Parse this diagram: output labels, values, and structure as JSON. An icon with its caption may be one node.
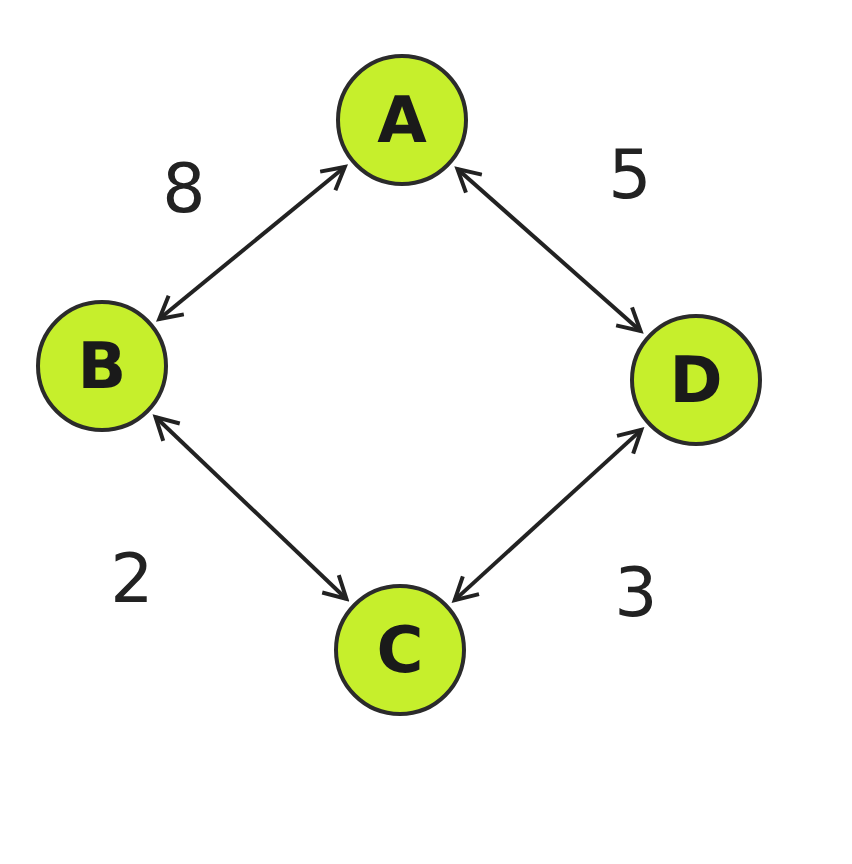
{
  "diagram": {
    "nodes": [
      {
        "text": [
          "A"
        ]
      },
      {
        "text": [
          "B"
        ]
      },
      {
        "text": [
          "D"
        ]
      },
      {
        "text": [
          "C"
        ]
      }
    ],
    "edges": [
      {
        "from": 1,
        "to": 0,
        "arrow": "both",
        "label": "8"
      },
      {
        "from": 0,
        "to": 2,
        "arrow": "both",
        "label": "5"
      },
      {
        "from": 1,
        "to": 3,
        "arrow": "both",
        "label": "2"
      },
      {
        "from": 3,
        "to": 2,
        "arrow": "both",
        "label": "3"
      }
    ]
  }
}
